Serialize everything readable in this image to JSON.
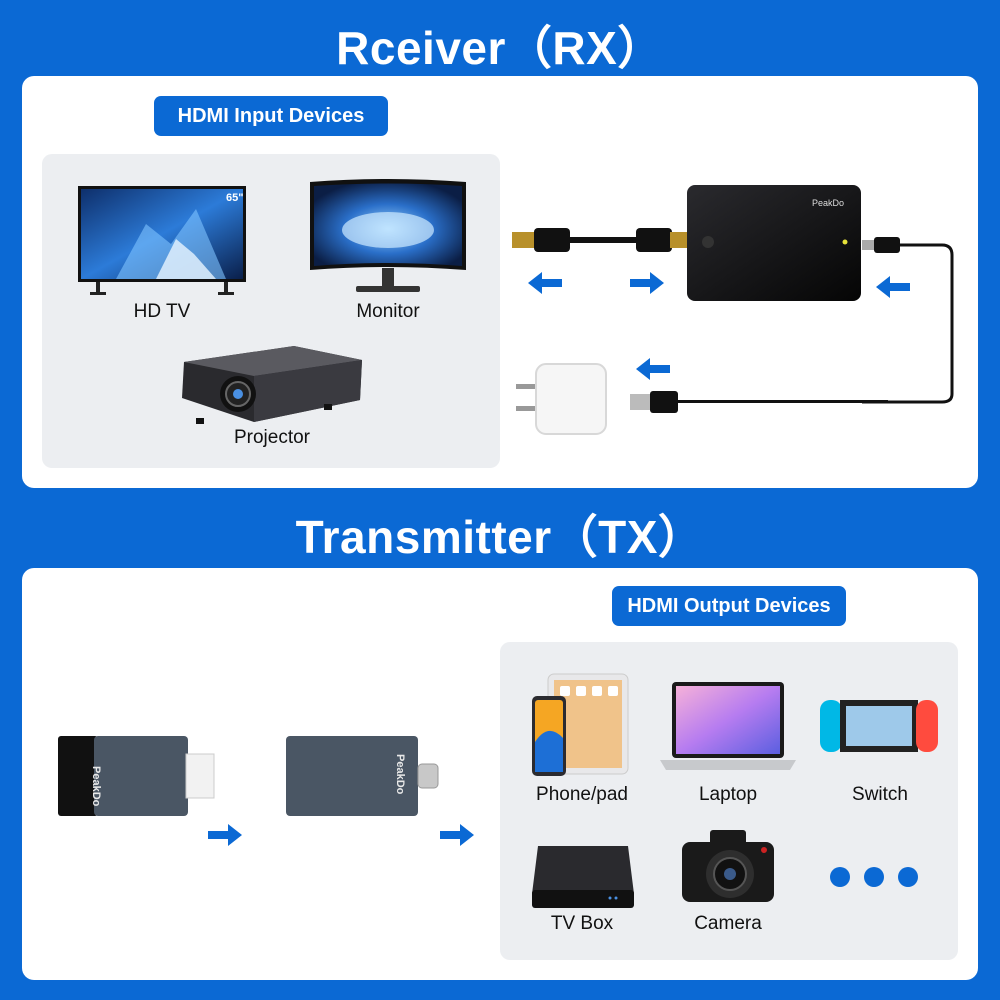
{
  "receiver": {
    "title": "Rceiver（RX）",
    "badge": "HDMI Input Devices",
    "devices": [
      "HD TV",
      "Monitor",
      "Projector"
    ],
    "tv_size_label": "65\"",
    "brand": "PeakDo"
  },
  "transmitter": {
    "title": "Transmitter（TX）",
    "badge": "HDMI Output Devices",
    "devices": [
      "Phone/pad",
      "Laptop",
      "Switch",
      "TV Box",
      "Camera"
    ],
    "brand": "PeakDo"
  },
  "colors": {
    "brand_blue": "#0b69d4",
    "panel_bg": "#ffffff",
    "box_bg": "#eceef1"
  }
}
